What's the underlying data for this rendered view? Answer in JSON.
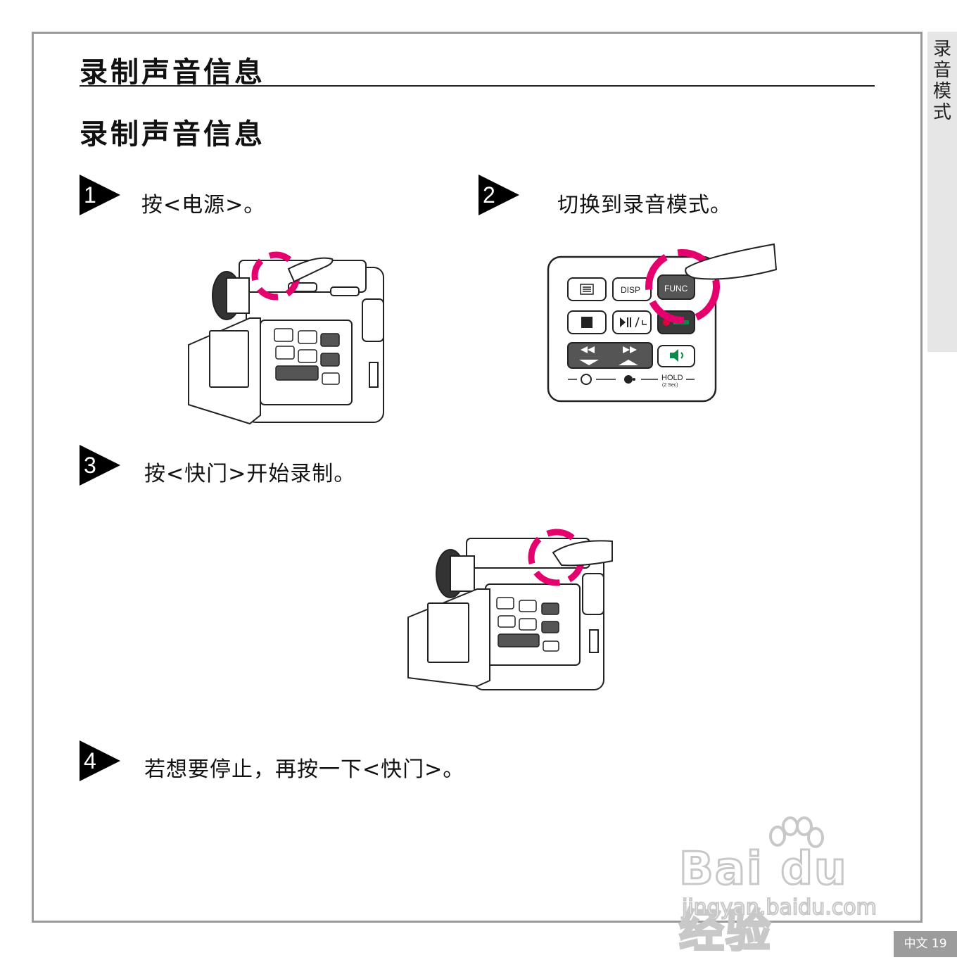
{
  "page": {
    "title": "录制声音信息",
    "subtitle": "录制声音信息",
    "side_tab_label": "录音模式",
    "footer": "中文 19"
  },
  "steps": [
    {
      "number": "1",
      "text": "按<电源>。"
    },
    {
      "number": "2",
      "text": "切换到录音模式。"
    },
    {
      "number": "3",
      "text": "按<快门>开始录制。"
    },
    {
      "number": "4",
      "text": "若想要停止，再按一下<快门>。"
    }
  ],
  "panel_labels": {
    "disp": "DISP",
    "func": "FUNC",
    "hold": "HOLD",
    "hold_sub": "(2 Sec)"
  },
  "watermark": {
    "brand": "Bai du 经验",
    "url": "jingyan.baidu.com"
  },
  "colors": {
    "highlight": "#e6006e",
    "frame": "#9a9a9a",
    "side_tab": "#e6e6e6",
    "footer_bg": "#9c9c9c",
    "record_green": "#0a8a4a",
    "record_red": "#e0003a"
  },
  "icons": [
    "power-press-highlight",
    "func-press-highlight",
    "shutter-press-highlight",
    "menu-icon",
    "stop-icon",
    "play-pause-icon",
    "speaker-icon",
    "timer-icon",
    "macro-icon"
  ]
}
